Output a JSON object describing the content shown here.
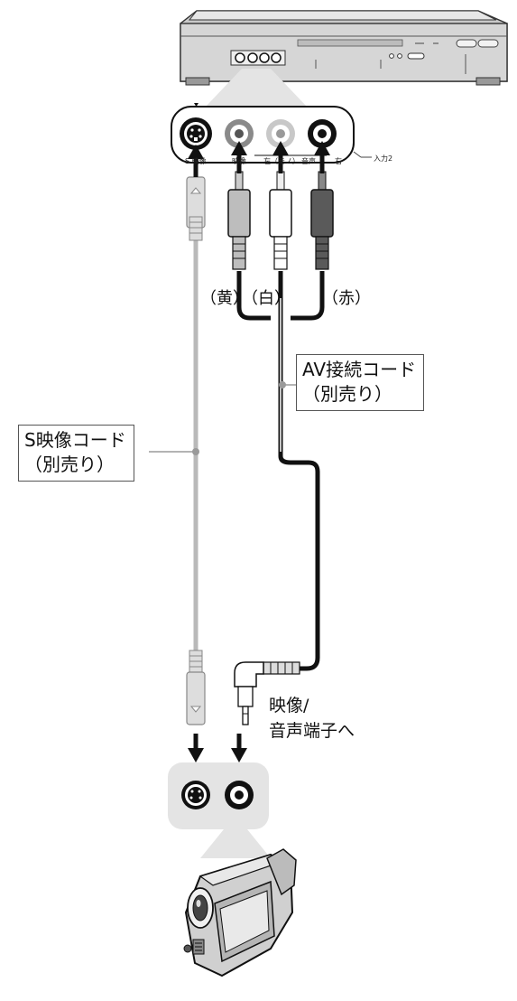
{
  "recorder_panel_labels": {
    "s_video": "S 映像",
    "video": "映像",
    "left_mono": "左（モノ）",
    "audio": "音声",
    "right": "右",
    "input": "入力2"
  },
  "plug_color_labels": {
    "yellow": "（黄）",
    "white": "（白）",
    "red": "（赤）"
  },
  "av_cord_label": {
    "line1": "AV接続コード",
    "line2": "（別売り）"
  },
  "s_video_cord_label": {
    "line1": "S映像コード",
    "line2": "（別売り）"
  },
  "camcorder_jack_label": {
    "line1": "映像/",
    "line2": "音声端子へ"
  },
  "colors": {
    "cord_black": "#111111",
    "cord_gray": "#b9b9b9",
    "panel_gray": "#e4e4e4",
    "device_body": "#d0d0d0",
    "red_plug": "#5a5a5a",
    "white_plug": "#ffffff",
    "yellow_plug": "#bdbdbd"
  }
}
